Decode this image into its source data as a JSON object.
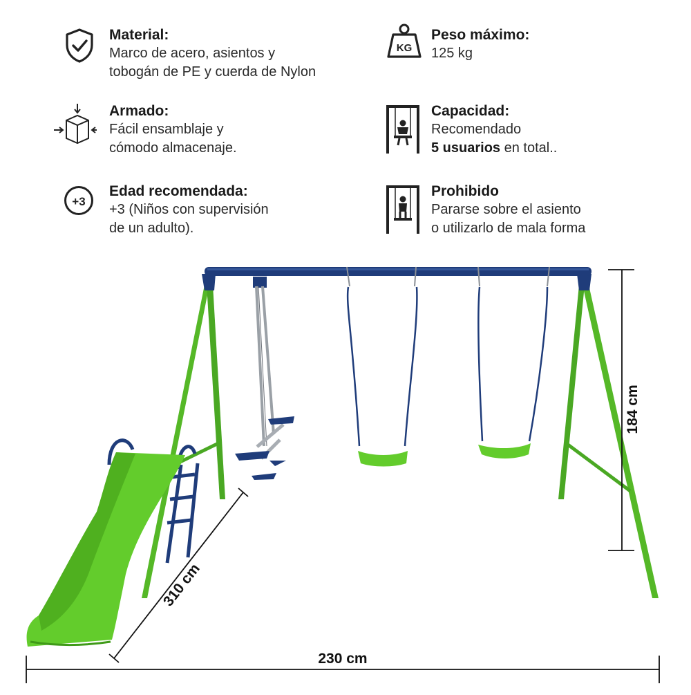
{
  "features": {
    "material": {
      "icon": "shield-check-icon",
      "title": "Material:",
      "line1": "Marco de acero, asientos y",
      "line2": "tobogán de PE y cuerda de Nylon"
    },
    "peso": {
      "icon": "kg-weight-icon",
      "icon_text": "KG",
      "title": "Peso máximo:",
      "line1": "125 kg"
    },
    "armado": {
      "icon": "assembly-box-icon",
      "title": "Armado:",
      "line1": "Fácil ensamblaje y",
      "line2": "cómodo almacenaje."
    },
    "capacidad": {
      "icon": "child-swing-icon",
      "title": "Capacidad:",
      "line1": "Recomendado",
      "line2_bold": "5 usuarios",
      "line2_rest": " en total.."
    },
    "edad": {
      "icon": "age-plus3-icon",
      "icon_text": "+3",
      "title": "Edad recomendada:",
      "line1": "+3 (Niños con supervisión",
      "line2": "de un adulto)."
    },
    "prohibido": {
      "icon": "standing-swing-icon",
      "title": "Prohibido",
      "line1": "Pararse sobre el asiento",
      "line2": "o utilizarlo de mala forma"
    }
  },
  "dimensions": {
    "height": "184 cm",
    "depth": "310 cm",
    "width": "230 cm"
  },
  "colors": {
    "frame_green": "#5ec22a",
    "frame_blue": "#1f3c7a",
    "slide_green": "#63cc2c",
    "text": "#1a1a1a"
  }
}
